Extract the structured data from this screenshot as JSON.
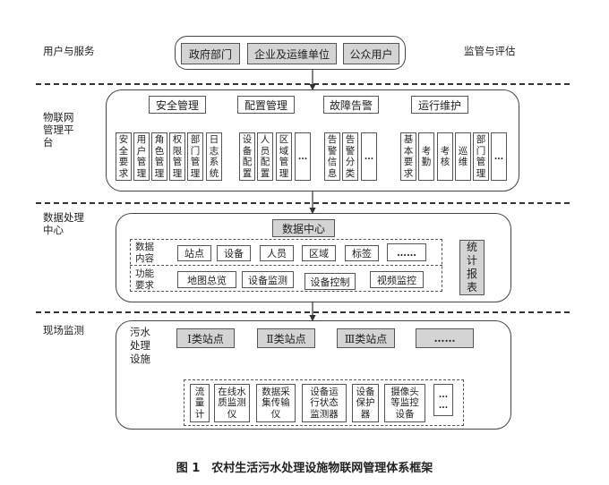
{
  "layer_labels": {
    "user_service": "用户与服务",
    "supervision": "监管与评估",
    "iot_platform": "物联网\n管理平\n台",
    "data_processing": "数据处理\n中心",
    "field_monitoring": "现场监测"
  },
  "users": [
    "政府部门",
    "企业及运维单位",
    "公众用户"
  ],
  "platform": {
    "groups": [
      {
        "title": "安全管理",
        "items": [
          "安\n全\n要\n求",
          "用\n户\n管\n理",
          "角\n色\n管\n理",
          "权\n限\n管\n理",
          "部\n门\n管\n理",
          "日\n志\n系\n统"
        ]
      },
      {
        "title": "配置管理",
        "items": [
          "设\n备\n配\n置",
          "人\n员\n配\n置",
          "区\n域\n管\n理",
          "…"
        ]
      },
      {
        "title": "故障告警",
        "items": [
          "告\n警\n信\n息",
          "告\n警\n分\n类",
          "…"
        ]
      },
      {
        "title": "运行维护",
        "items": [
          "基\n本\n要\n求",
          "考\n勤",
          "考\n核",
          "巡\n维",
          "部\n门\n管\n理",
          "…"
        ]
      }
    ]
  },
  "data_center": {
    "title": "数据中心",
    "content_label": "数据\n内容",
    "content_items": [
      "站点",
      "设备",
      "人员",
      "区域",
      "标签",
      "……"
    ],
    "function_label": "功能\n要求",
    "function_items": [
      "地图总览",
      "设备监测",
      "设备控制",
      "视频监控"
    ],
    "report": "统\n计\n报\n表"
  },
  "field": {
    "facility_label": "污水\n处理\n设施",
    "stations": [
      "Ⅰ类站点",
      "Ⅱ类站点",
      "Ⅲ类站点",
      "……"
    ],
    "devices": [
      "流\n量\n计",
      "在线水\n质监测\n仪",
      "数据采\n集传输\n仪",
      "设备运\n行状态\n监测器",
      "设备\n保护\n器",
      "摄像头\n等监控\n设备",
      "…\n…"
    ]
  },
  "caption": "图 1　农村生活污水处理设施物联网管理体系框架"
}
